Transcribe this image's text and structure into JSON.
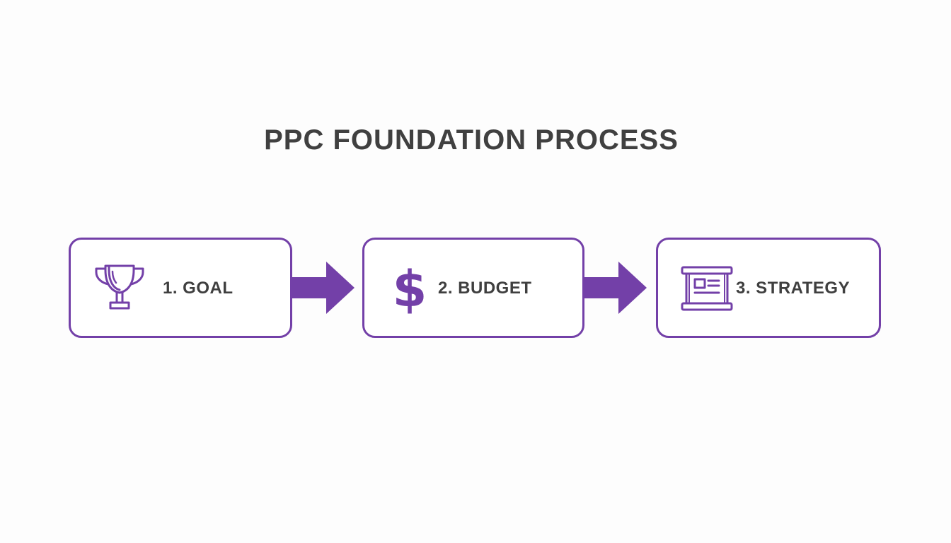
{
  "diagram": {
    "title": "PPC FOUNDATION PROCESS",
    "steps": [
      {
        "label": "1. GOAL",
        "icon": "trophy-icon"
      },
      {
        "label": "2. BUDGET",
        "icon": "dollar-sign-icon"
      },
      {
        "label": "3. STRATEGY",
        "icon": "scroll-document-icon"
      }
    ],
    "connectors": [
      "arrow-right",
      "arrow-right"
    ],
    "colors": {
      "accent": "#7340a8",
      "text": "#404040",
      "background": "#fdfdfd"
    }
  }
}
